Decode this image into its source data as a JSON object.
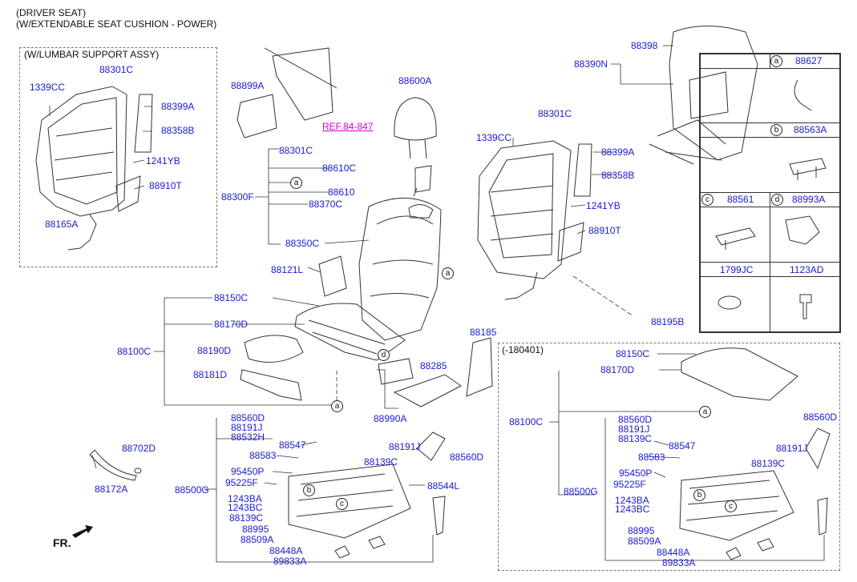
{
  "header": {
    "line1": "(DRIVER SEAT)",
    "line2": "(W/EXTENDABLE SEAT CUSHION - POWER)"
  },
  "lumbar_box": {
    "title": "(W/LUMBAR SUPPORT ASSY)"
  },
  "late_box": {
    "title": "(-180401)"
  },
  "ref_label": "REF.84-847",
  "front_label": "FR.",
  "parts": {
    "p88301c_a": "88301C",
    "p1339cc_a": "1339CC",
    "p88399a_a": "88399A",
    "p88358b_a": "88358B",
    "p1241yb_a": "1241YB",
    "p88910t_a": "88910T",
    "p88165a": "88165A",
    "p88899a": "88899A",
    "p88600a": "88600A",
    "p88301c_b": "88301C",
    "p88610c": "88610C",
    "p88610": "88610",
    "p88300f": "88300F",
    "p88370c": "88370C",
    "p88350c": "88350C",
    "p88121l": "88121L",
    "p88301c_c": "88301C",
    "p1339cc_b": "1339CC",
    "p88399a_b": "88399A",
    "p88358b_b": "88358B",
    "p1241yb_b": "1241YB",
    "p88910t_b": "88910T",
    "p88195b": "88195B",
    "p88398": "88398",
    "p88390n": "88390N",
    "p88150c_a": "88150C",
    "p88170d_a": "88170D",
    "p88100c_a": "88100C",
    "p88190d": "88190D",
    "p88181d": "88181D",
    "p88185": "88185",
    "p88285": "88285",
    "p88990a": "88990A",
    "p88702d": "88702D",
    "p88172a": "88172A",
    "p88560d_a": "88560D",
    "p88191j_a": "88191J",
    "p88532h": "88532H",
    "p88547_a": "88547",
    "p88583_a": "88583",
    "p95450p_a": "95450P",
    "p95225f_a": "95225F",
    "p88500g_a": "88500G",
    "p1243ba_a": "1243BA",
    "p1243bc_a": "1243BC",
    "p88139c_a": "88139C",
    "p88995_a": "88995",
    "p88509a_a": "88509A",
    "p88448a_a": "88448A",
    "p89833a_a": "89833A",
    "p88191j_b": "88191J",
    "p88139c_b": "88139C",
    "p88560d_b": "88560D",
    "p88544l": "88544L",
    "p88150c_b": "88150C",
    "p88170d_b": "88170D",
    "p88100c_b": "88100C",
    "p88560d_c": "88560D",
    "p88191j_c": "88191J",
    "p88139c_c": "88139C",
    "p88547_b": "88547",
    "p88583_b": "88583",
    "p95450p_b": "95450P",
    "p95225f_b": "95225F",
    "p88500g_b": "88500G",
    "p1243ba_b": "1243BA",
    "p1243bc_b": "1243BC",
    "p88995_b": "88995",
    "p88509a_b": "88509A",
    "p88448a_b": "88448A",
    "p89833a_b": "89833A",
    "p88191j_d": "88191J",
    "p88139c_d": "88139C",
    "p88560d_d": "88560D"
  },
  "legend": {
    "a_letter": "a",
    "a_part": "88627",
    "b_letter": "b",
    "b_part": "88563A",
    "c_letter": "c",
    "c_part": "88561",
    "d_letter": "d",
    "d_part": "88993A",
    "e_part": "1799JC",
    "f_part": "1123AD"
  },
  "callouts": {
    "a": "a",
    "b": "b",
    "c": "c",
    "d": "d"
  }
}
